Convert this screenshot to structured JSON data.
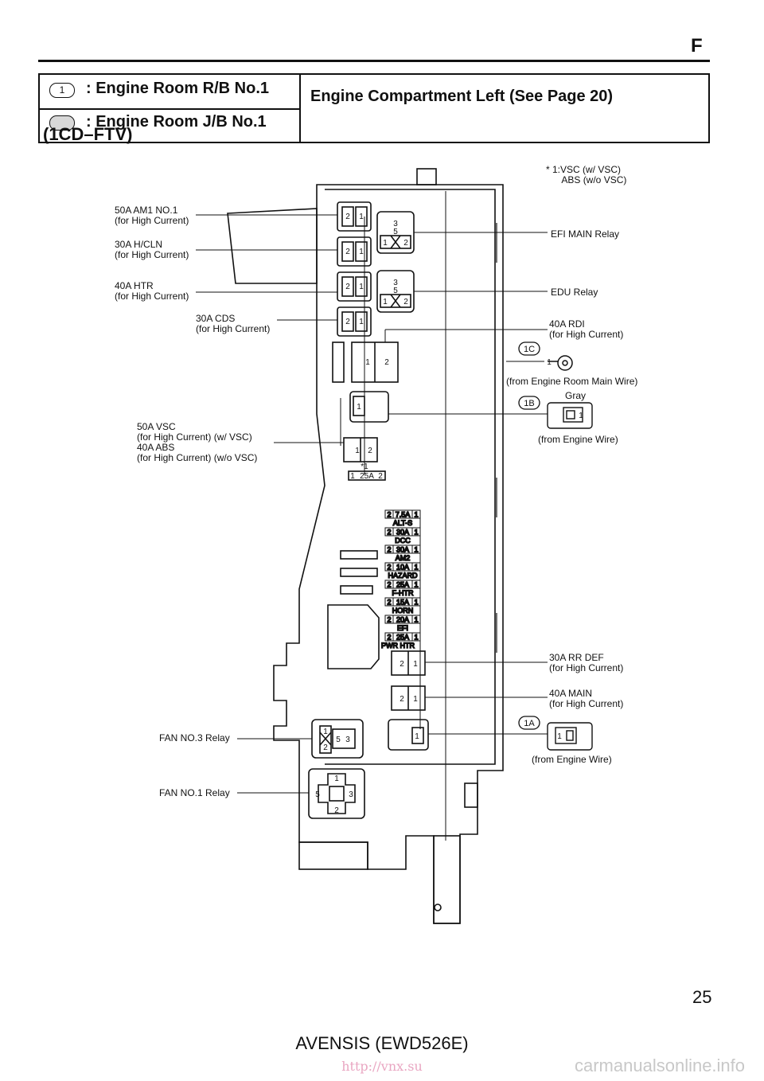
{
  "header": {
    "section_letter": "F"
  },
  "legend": {
    "badge_number": "1",
    "row1": ": Engine Room R/B No.1",
    "row2": ": Engine Room J/B No.1",
    "location": "Engine Compartment Left (See Page 20)"
  },
  "variant": "(1CD–FTV)",
  "left_labels": {
    "am1": "50A AM1 NO.1\n(for High Current)",
    "hcln": "30A H/CLN\n(for High Current)",
    "htr": "40A HTR\n(for High Current)",
    "cds": "30A CDS\n(for High Current)",
    "vsc": "50A VSC\n(for High Current) (w/ VSC)\n40A ABS\n(for High Current) (w/o VSC)",
    "fan3": "FAN NO.3 Relay",
    "fan1": "FAN NO.1 Relay"
  },
  "right_labels": {
    "note": "* 1:VSC (w/ VSC)\n      ABS (w/o VSC)",
    "efi_main": "EFI MAIN Relay",
    "edu": "EDU Relay",
    "rdi": "40A RDI\n(for High Current)",
    "from_main_wire": "(from Engine Room Main Wire)",
    "gray": "Gray",
    "from_engine_wire_1b": "(from Engine Wire)",
    "rr_def": "30A RR DEF\n(for High Current)",
    "main": "40A MAIN\n(for High Current)",
    "from_engine_wire_1a": "(from Engine Wire)"
  },
  "connectors": {
    "c1c": "1C",
    "c1b": "1B",
    "c1a": "1A",
    "pin1": "1"
  },
  "fuse_block": {
    "pin_2": "2",
    "pin_1": "1",
    "pin_3": "3",
    "pin_5": "5",
    "star_note": "*1",
    "vsc_rating": "25A",
    "fuses": [
      {
        "rating": "7.5A",
        "name": "ALT-S"
      },
      {
        "rating": "30A",
        "name": "DCC"
      },
      {
        "rating": "30A",
        "name": "AM2"
      },
      {
        "rating": "10A",
        "name": "HAZARD"
      },
      {
        "rating": "25A",
        "name": "F-HTR"
      },
      {
        "rating": "15A",
        "name": "HORN"
      },
      {
        "rating": "20A",
        "name": "EFI"
      },
      {
        "rating": "25A",
        "name": "PWR HTR"
      }
    ]
  },
  "footer": {
    "page_number": "25",
    "title": "AVENSIS (EWD526E)",
    "url": "http://vnx.su",
    "watermark": "carmanualsonline.info"
  }
}
